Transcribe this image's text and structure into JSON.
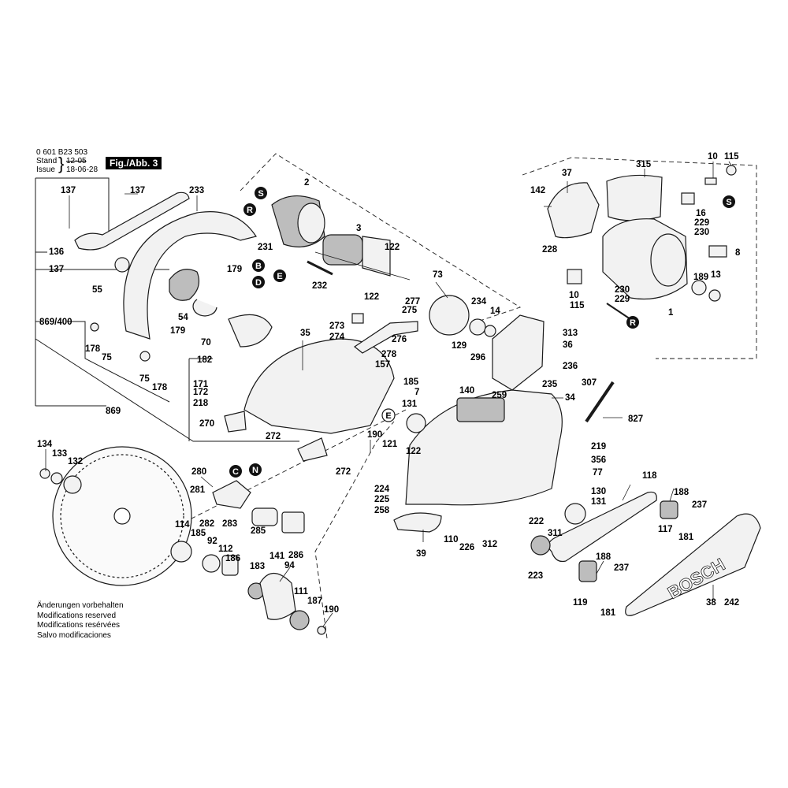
{
  "header": {
    "part_number": "0 601 B23 503",
    "stand_label": "Stand",
    "stand_value": "12-05",
    "issue_label": "Issue",
    "issue_value": "18-06-28",
    "figure_title": "Fig./Abb. 3"
  },
  "footer": {
    "notes": [
      "Änderungen vorbehalten",
      "Modifications reserved",
      "Modifications resérvées",
      "Salvo modificaciones"
    ]
  },
  "markers": [
    "S",
    "R",
    "B",
    "D",
    "E",
    "C",
    "N",
    "S",
    "R",
    "E"
  ],
  "labels": [
    "137",
    "137",
    "233",
    "136",
    "137",
    "55",
    "869/400",
    "178",
    "75",
    "75",
    "178",
    "869",
    "2",
    "3",
    "122",
    "122",
    "231",
    "232",
    "179",
    "54",
    "179",
    "70",
    "35",
    "182",
    "171",
    "172",
    "218",
    "270",
    "272",
    "272",
    "273",
    "274",
    "277",
    "275",
    "276",
    "278",
    "157",
    "73",
    "234",
    "14",
    "296",
    "140",
    "129",
    "259",
    "185",
    "7",
    "131",
    "190",
    "121",
    "122",
    "224",
    "225",
    "258",
    "39",
    "110",
    "226",
    "312",
    "37",
    "142",
    "315",
    "10",
    "115",
    "16",
    "229",
    "230",
    "8",
    "228",
    "189",
    "13",
    "10",
    "115",
    "230",
    "229",
    "1",
    "313",
    "36",
    "236",
    "235",
    "307",
    "34",
    "827",
    "219",
    "356",
    "77",
    "130",
    "131",
    "222",
    "118",
    "188",
    "237",
    "117",
    "181",
    "311",
    "223",
    "188",
    "237",
    "119",
    "181",
    "38",
    "242",
    "134",
    "133",
    "132",
    "280",
    "281",
    "282",
    "283",
    "285",
    "286",
    "114",
    "185",
    "92",
    "112",
    "186",
    "183",
    "141",
    "94",
    "111",
    "187",
    "190"
  ],
  "brand": "BOSCH",
  "colors": {
    "ink": "#1a1a1a",
    "paper": "#ffffff",
    "part_fill": "#f2f2f2",
    "marker_fill": "#111111"
  }
}
